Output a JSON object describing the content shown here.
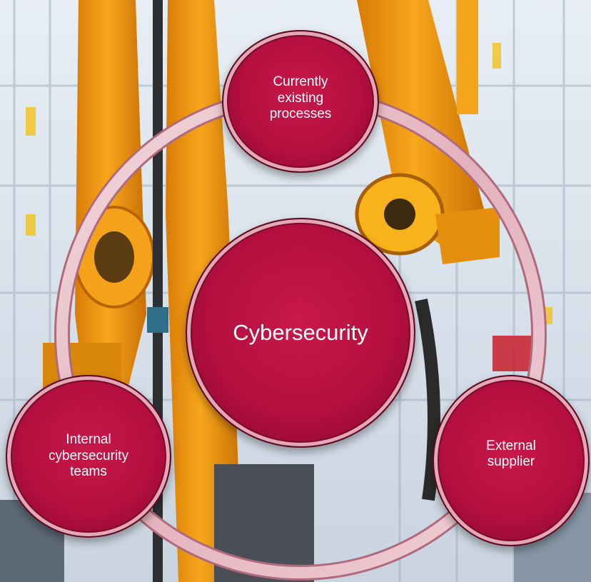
{
  "diagram": {
    "center": {
      "label": "Cybersecurity"
    },
    "nodes": [
      {
        "id": "top",
        "label": "Currently\nexisting\nprocesses"
      },
      {
        "id": "left",
        "label": "Internal\ncybersecurity\nteams"
      },
      {
        "id": "right",
        "label": "External\nsupplier"
      }
    ]
  },
  "colors": {
    "node_fill": "#b40f3f",
    "node_edge": "#6f0625",
    "ring": "#e9c3cc",
    "robot_orange": "#f5a11a"
  }
}
